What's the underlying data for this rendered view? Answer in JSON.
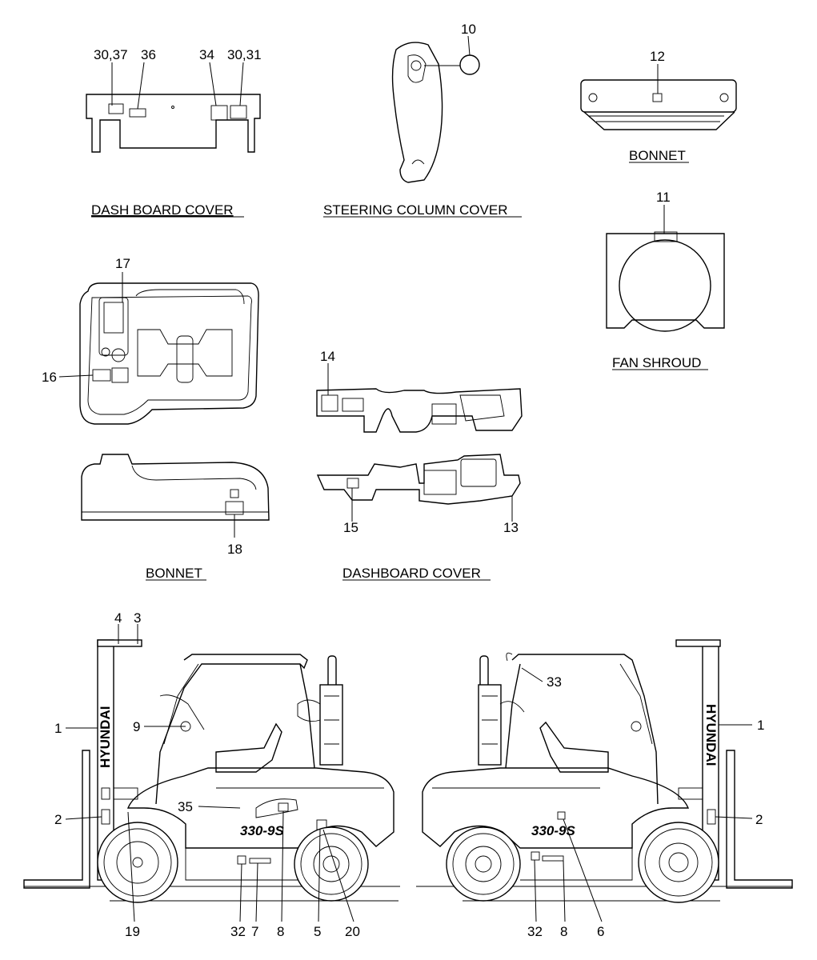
{
  "captions": {
    "dash_board_cover": "DASH BOARD COVER",
    "steering_column_cover": "STEERING COLUMN COVER",
    "bonnet_top": "BONNET",
    "fan_shroud": "FAN SHROUD",
    "bonnet_bottom": "BONNET",
    "dashboard_cover": "DASHBOARD COVER"
  },
  "callouts": {
    "c30_37": "30,37",
    "c36": "36",
    "c34": "34",
    "c30_31": "30,31",
    "c10": "10",
    "c12": "12",
    "c11": "11",
    "c17": "17",
    "c16": "16",
    "c14": "14",
    "c18": "18",
    "c15": "15",
    "c13": "13",
    "c4": "4",
    "c3": "3",
    "c1_left": "1",
    "c9": "9",
    "c2_left": "2",
    "c35": "35",
    "c19": "19",
    "c32_left": "32",
    "c7": "7",
    "c8_left": "8",
    "c5": "5",
    "c20": "20",
    "c33": "33",
    "c1_right": "1",
    "c2_right": "2",
    "c32_right": "32",
    "c8_right": "8",
    "c6": "6"
  },
  "decals": {
    "mast_brand": "HYUNDAI",
    "model_badge": "330-9S"
  }
}
